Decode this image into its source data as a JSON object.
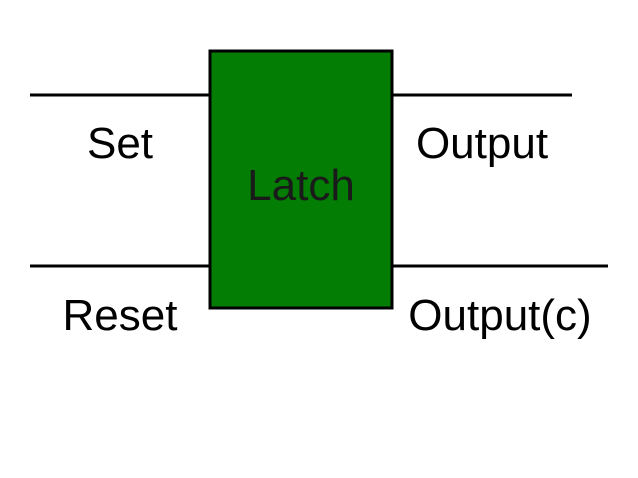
{
  "block": {
    "label": "Latch",
    "fill_color": "#037d03",
    "border_color": "#000000"
  },
  "inputs": [
    {
      "label": "Set"
    },
    {
      "label": "Reset"
    }
  ],
  "outputs": [
    {
      "label": "Output"
    },
    {
      "label": "Output(c)"
    }
  ]
}
